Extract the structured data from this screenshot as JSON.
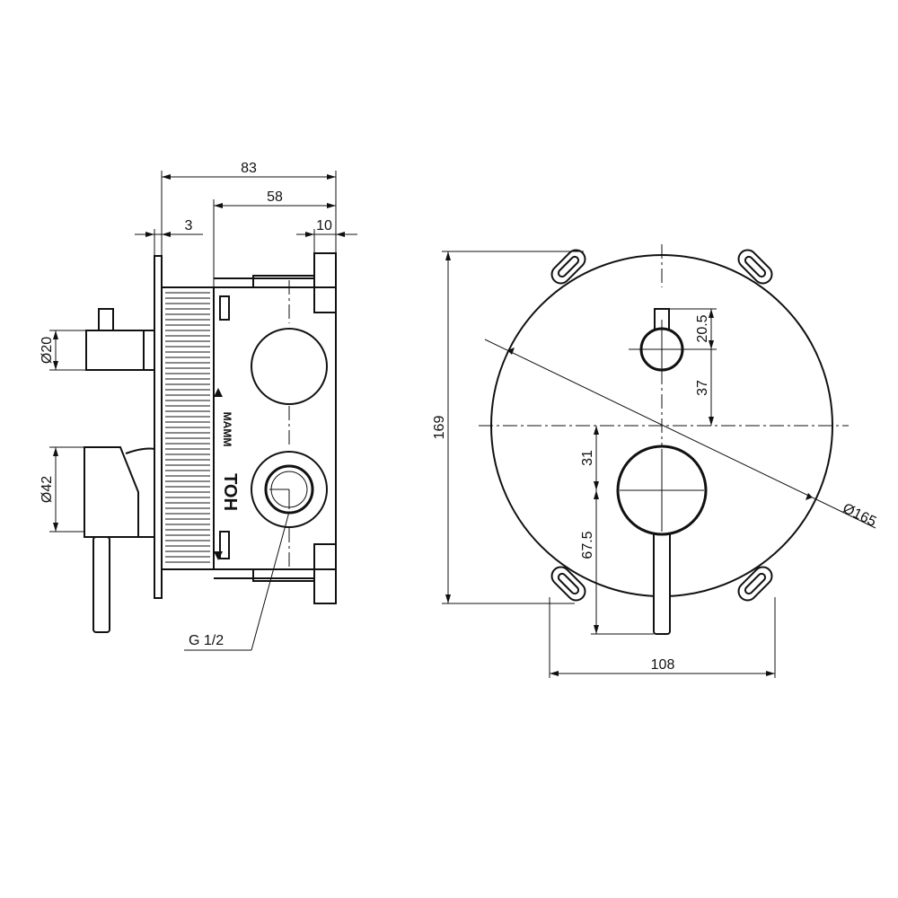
{
  "side_view": {
    "dimensions": {
      "overall_depth": "83",
      "body_depth": "58",
      "plate_thickness": "3",
      "flange_offset": "10",
      "small_handle_diameter": "Ø20",
      "large_handle_diameter": "Ø42"
    },
    "thread_callout": "G 1/2",
    "body_marking": "TOH",
    "body_brand": "MAMM"
  },
  "front_view": {
    "dimensions": {
      "plate_height": "169",
      "plate_diameter": "Ø165",
      "mounting_width": "108",
      "upper_knob_size": "20.5",
      "upper_knob_offset": "37",
      "lower_knob_offset": "31",
      "lever_length": "67.5"
    }
  }
}
